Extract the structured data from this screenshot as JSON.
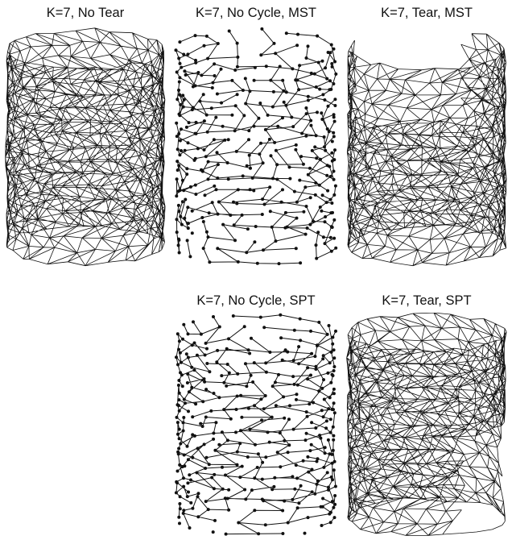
{
  "panels": [
    {
      "id": "p1",
      "title": "K=7, No Tear",
      "style": "mesh",
      "tear": "none"
    },
    {
      "id": "p2",
      "title": "K=7, No Cycle, MST",
      "style": "tree",
      "tear": "none"
    },
    {
      "id": "p3",
      "title": "K=7, Tear, MST",
      "style": "mesh",
      "tear": "top-notch"
    },
    {
      "id": "p4",
      "title": "K=7, No Cycle, SPT",
      "style": "tree",
      "tear": "none"
    },
    {
      "id": "p5",
      "title": "K=7, Tear, SPT",
      "style": "mesh",
      "tear": "right-notch"
    }
  ],
  "colors": {
    "ink": "#111111",
    "background": "#ffffff"
  }
}
